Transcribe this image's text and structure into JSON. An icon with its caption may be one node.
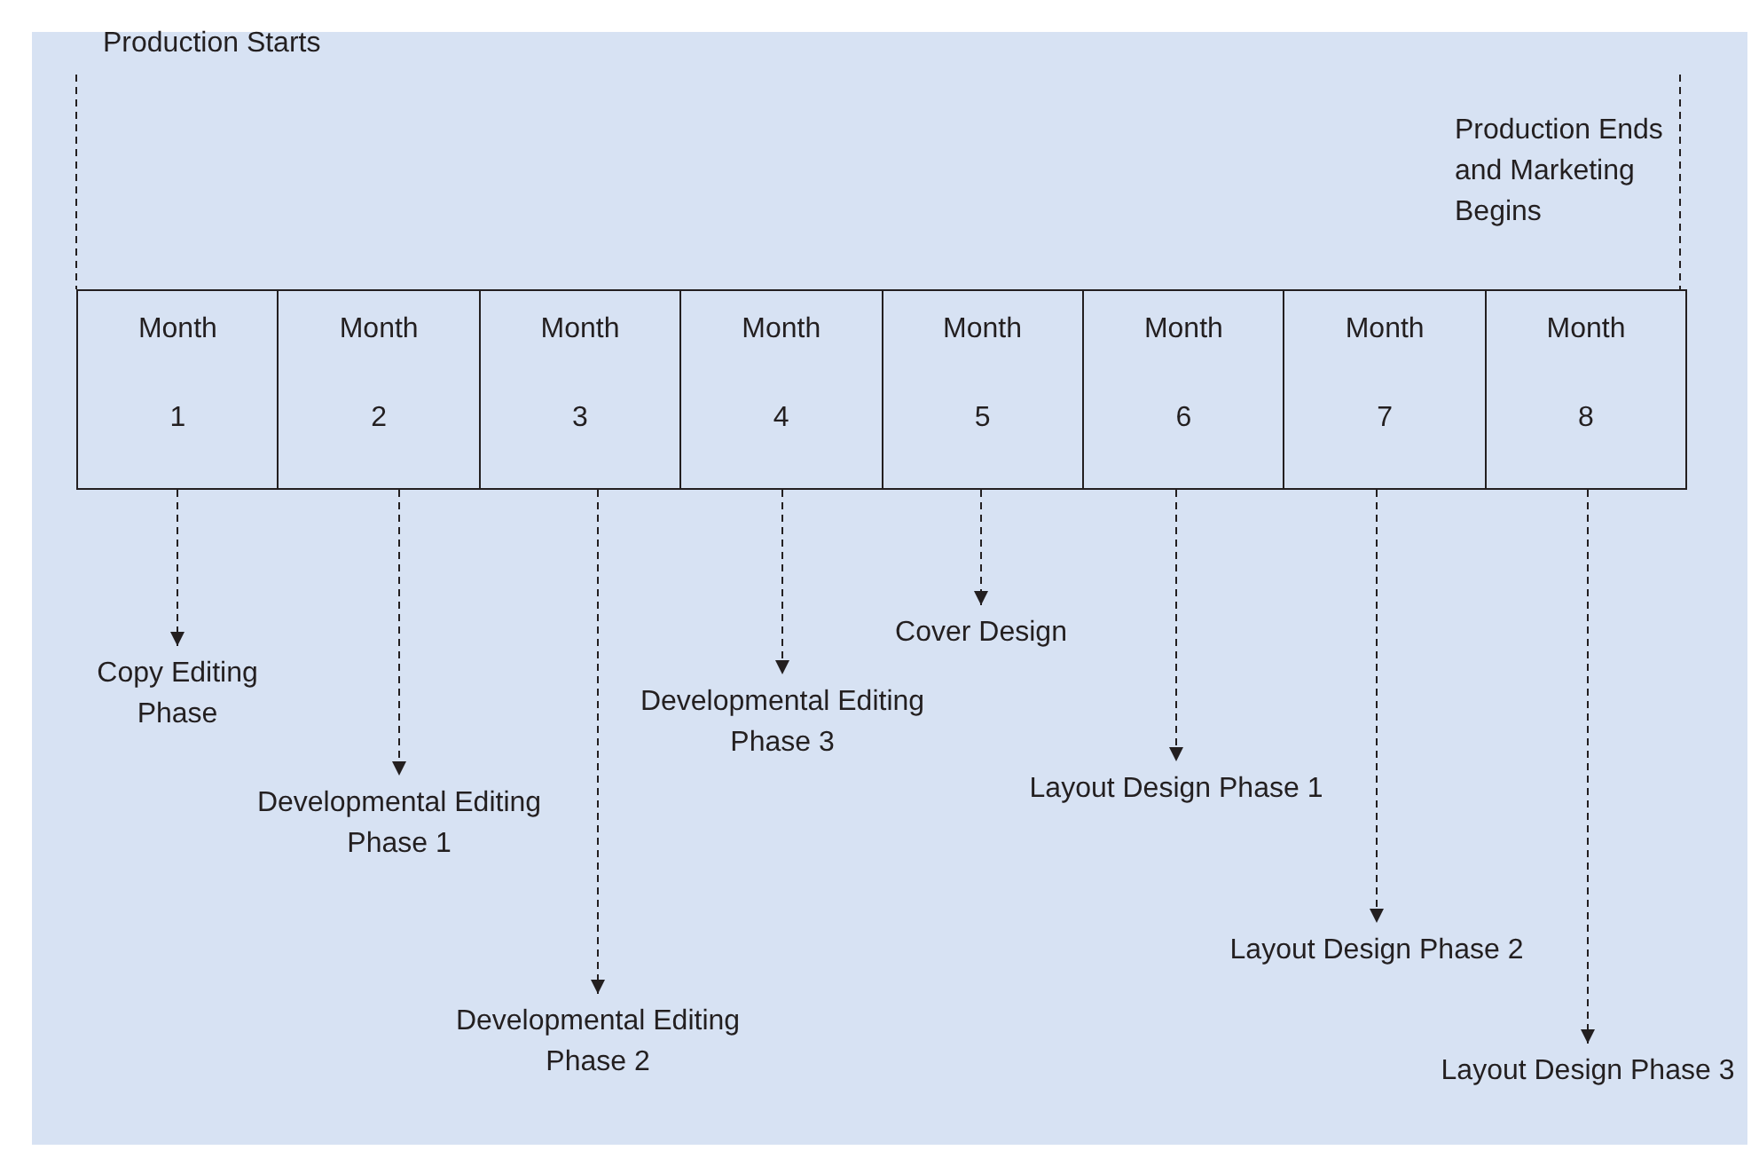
{
  "diagram": {
    "nodes": [
      {
        "text": [
          "Month",
          "1"
        ]
      },
      {
        "text": [
          "Month",
          "2"
        ]
      },
      {
        "text": [
          "Month",
          "3"
        ]
      },
      {
        "text": [
          "Month",
          "4"
        ]
      },
      {
        "text": [
          "Month",
          "5"
        ]
      },
      {
        "text": [
          "Month",
          "6"
        ]
      },
      {
        "text": [
          "Month",
          "7"
        ]
      },
      {
        "text": [
          "Month",
          "8"
        ]
      },
      {
        "text": [
          "Copy Editing Phase"
        ]
      },
      {
        "text": [
          "Developmental Editing Phase 1"
        ]
      },
      {
        "text": [
          "Developmental Editing Phase 2"
        ]
      },
      {
        "text": [
          "Developmental Editing Phase 3"
        ]
      },
      {
        "text": [
          "Cover Design"
        ]
      },
      {
        "text": [
          "Layout Design Phase 1"
        ]
      },
      {
        "text": [
          "Layout Design Phase 2"
        ]
      },
      {
        "text": [
          "Layout Design Phase 3"
        ]
      }
    ],
    "edges": [
      {
        "from": 0,
        "to": 8,
        "arrow": "to",
        "style": "dashed"
      },
      {
        "from": 1,
        "to": 9,
        "arrow": "to",
        "style": "dashed"
      },
      {
        "from": 2,
        "to": 10,
        "arrow": "to",
        "style": "dashed"
      },
      {
        "from": 3,
        "to": 11,
        "arrow": "to",
        "style": "dashed"
      },
      {
        "from": 4,
        "to": 12,
        "arrow": "to",
        "style": "dashed"
      },
      {
        "from": 5,
        "to": 13,
        "arrow": "to",
        "style": "dashed"
      },
      {
        "from": 6,
        "to": 14,
        "arrow": "to",
        "style": "dashed"
      },
      {
        "from": 7,
        "to": 15,
        "arrow": "to",
        "style": "dashed"
      }
    ],
    "labels": [
      "Production Starts",
      "Production Ends and Marketing Begins"
    ]
  }
}
